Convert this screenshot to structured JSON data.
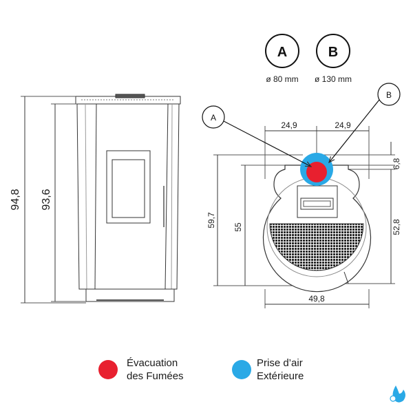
{
  "connectors": {
    "a": {
      "letter": "A",
      "diameter": "ø 80 mm"
    },
    "b": {
      "letter": "B",
      "diameter": "ø 130 mm"
    }
  },
  "front_view": {
    "total_height": "94,8",
    "body_height": "93,6"
  },
  "top_view": {
    "callout_a": "A",
    "callout_b": "B",
    "offset_left": "24,9",
    "offset_right": "24,9",
    "top_offset": "6,8",
    "depth_outer": "59,7",
    "depth_inner": "55",
    "depth_right": "52,8",
    "width": "49,8"
  },
  "legend": {
    "exhaust": {
      "line1": "Évacuation",
      "line2": "des Fumées",
      "color": "#e8202f"
    },
    "intake": {
      "line1": "Prise d’air",
      "line2": "Extérieure",
      "color": "#2aa9e6"
    }
  },
  "colors": {
    "line": "#333333",
    "mesh": "#2a2a2a"
  }
}
